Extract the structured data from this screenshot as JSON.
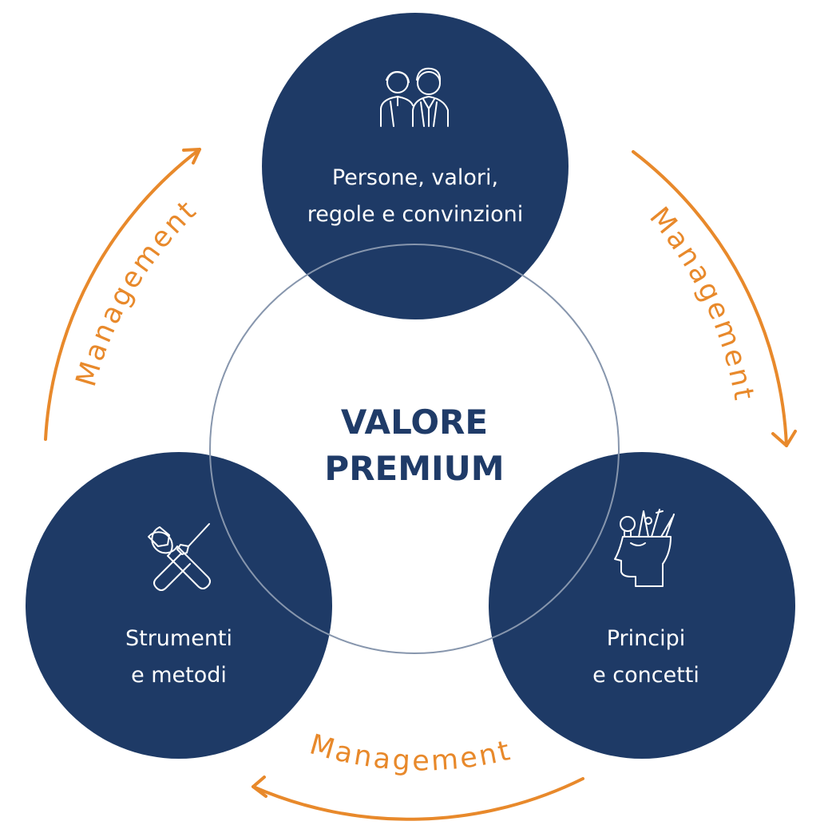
{
  "colors": {
    "navy": "#1e3a66",
    "orange": "#e8892b",
    "ring": "#8796ad",
    "white": "#ffffff"
  },
  "center": {
    "line1": "VALORE",
    "line2": "PREMIUM"
  },
  "nodes": {
    "top": {
      "line1": "Persone, valori,",
      "line2": "regole e convinzioni",
      "icon": "people-icon"
    },
    "left": {
      "line1": "Strumenti",
      "line2": "e metodi",
      "icon": "tools-icon"
    },
    "right": {
      "line1": "Principi",
      "line2": "e concetti",
      "icon": "head-ideas-icon"
    }
  },
  "cycle": {
    "left_label": "Management",
    "right_label": "Management",
    "bottom_label": "Management"
  }
}
